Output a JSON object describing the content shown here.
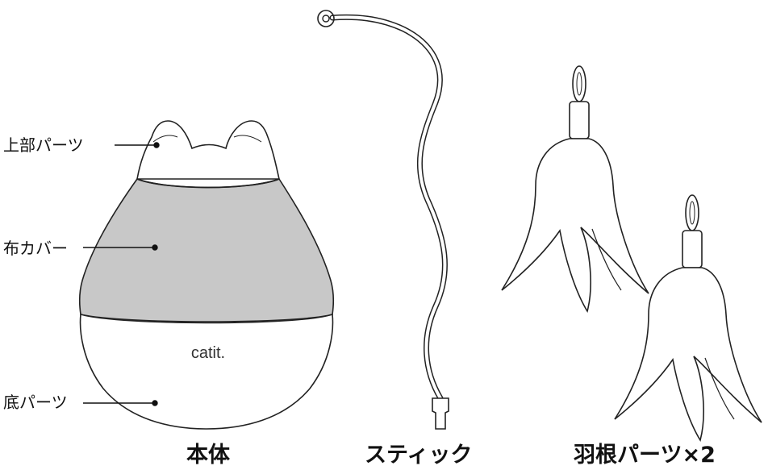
{
  "labels": {
    "top_part": "上部パーツ",
    "cloth_cover": "布カバー",
    "bottom_part": "底パーツ"
  },
  "captions": {
    "body": "本体",
    "stick": "スティック",
    "feathers": "羽根パーツ×2"
  },
  "logo_text": "catit.",
  "colors": {
    "cloth_fill": "#c8c8c8",
    "outline": "#222222"
  }
}
